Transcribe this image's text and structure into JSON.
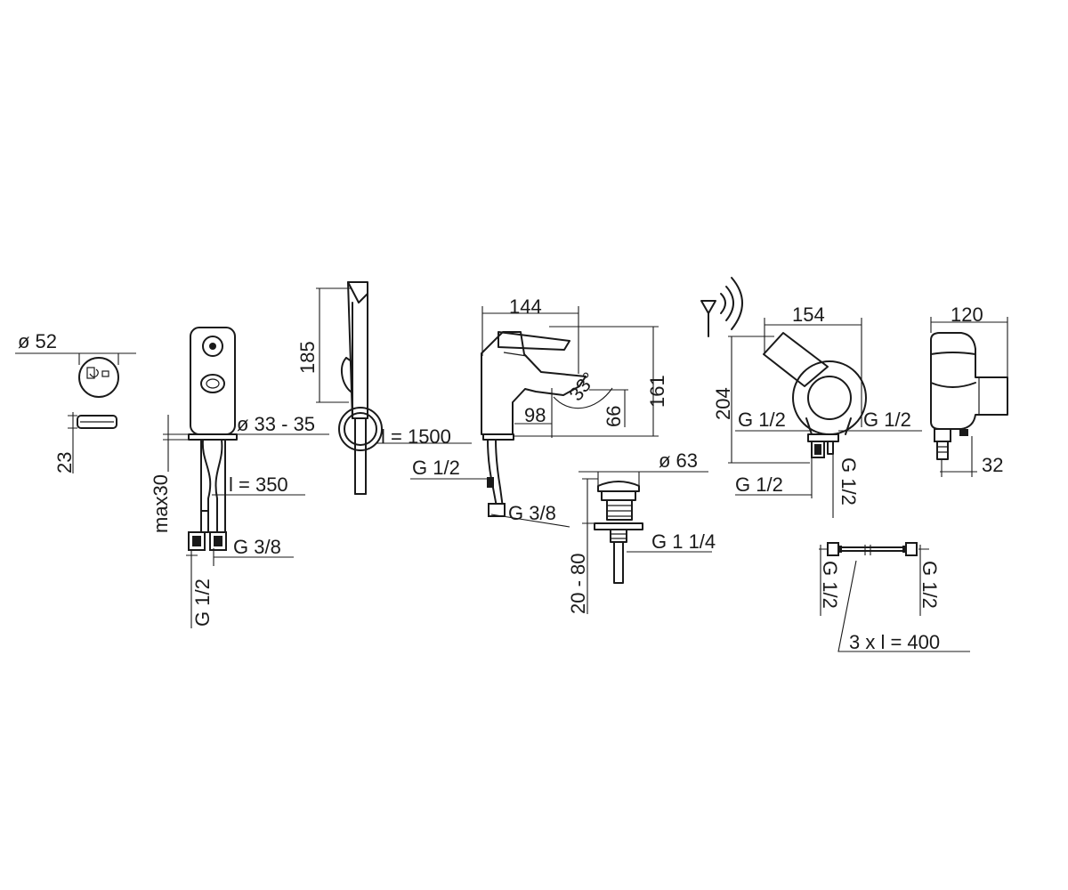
{
  "labels": {
    "sensor_diameter": "ø 52",
    "sensor_height": "23",
    "hole_diameter": "ø 33 - 35",
    "max_thickness": "max30",
    "hose_length_supply": "l = 350",
    "supply_thread_small": "G 3/8",
    "supply_thread_large": "G 1/2",
    "shower_height": "185",
    "shower_hose_length": "l = 1500",
    "faucet_length": "144",
    "faucet_height": "161",
    "spout_angle": "33°",
    "spout_reach": "98",
    "spout_height": "66",
    "faucet_inlet": "G 1/2",
    "faucet_outlet": "G 3/8",
    "drain_diameter": "ø 63",
    "drain_range": "20 - 80",
    "drain_thread": "G 1 1/4",
    "box_width": "154",
    "box_height": "204",
    "box_left_thread": "G 1/2",
    "box_right_thread": "G 1/2",
    "box_bottom_thread": "G 1/2",
    "box_vertical_thread": "G 1/2",
    "side_width": "120",
    "side_depth": "32",
    "connector_left": "G 1/2",
    "connector_right": "G 1/2",
    "connector_hoses": "3 x  l = 400"
  }
}
